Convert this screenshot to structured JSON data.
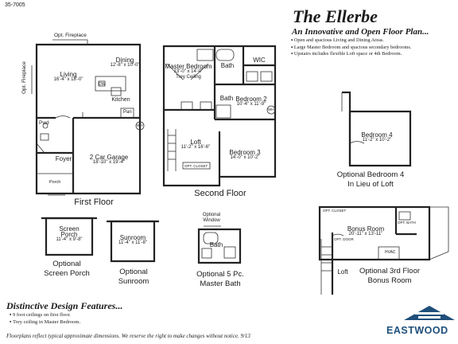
{
  "plan_code": "35-7005",
  "title": "The Ellerbe",
  "subtitle": "An Innovative and Open Floor Plan...",
  "features": [
    "Open and spacious Living and Dining Areas.",
    "Large Master Bedroom and spacious secondary bedrooms.",
    "Upstairs includes flexible Loft space or 4th Bedroom."
  ],
  "first_floor": {
    "caption": "First Floor",
    "opt_fireplace_top": "Opt. Fireplace",
    "opt_fireplace_side": "Opt. Fireplace",
    "rooms": {
      "living_name": "Living",
      "living_dims": "16'-4\" x 18'-0\"",
      "dining_name": "Dining",
      "dining_dims": "12'-8\" x 10'-0\"",
      "kitchen": "Kitchen",
      "dw": "DW",
      "pwd": "Pwd",
      "pan": "Pan",
      "wh": "WH",
      "garage_name": "2 Car Garage",
      "garage_dims": "18'-10\" x 19'-4\"",
      "foyer": "Foyer",
      "porch": "Porch"
    }
  },
  "second_floor": {
    "caption": "Second Floor",
    "rooms": {
      "master_name": "Master Bedroom",
      "master_dims": "13'-0\" x 14'-0\"",
      "master_note": "Trey Ceiling",
      "bath_top": "Bath",
      "wic": "WIC",
      "bath_mid": "Bath",
      "bed2_name": "Bedroom 2",
      "bed2_dims": "10'-4\" x 11'-9\"",
      "loft_name": "Loft",
      "loft_dims": "11'-2\" x 16'-6\"",
      "bed3_name": "Bedroom 3",
      "bed3_dims": "14'-0\" x 10'-2\"",
      "opt_closet": "OPT. CLOSET",
      "wh": "WH"
    }
  },
  "opt_bedroom4": {
    "name": "Bedroom 4",
    "dims": "11'-2\" x 10'-2\"",
    "caption_1": "Optional Bedroom 4",
    "caption_2": "In Lieu of Loft"
  },
  "screen_porch": {
    "name": "Screen",
    "name2": "Porch",
    "dims": "11'-4\" x 9'-8\"",
    "caption_1": "Optional",
    "caption_2": "Screen Porch"
  },
  "sunroom": {
    "name": "Sunroom",
    "dims": "11'-4\" x 11'-8\"",
    "caption_1": "Optional",
    "caption_2": "Sunroom"
  },
  "master_bath": {
    "opt_window_1": "Optional",
    "opt_window_2": "Window",
    "bath": "Bath",
    "caption_1": "Optional 5 Pc.",
    "caption_2": "Master Bath"
  },
  "third_floor": {
    "opt_closet": "OPT. CLOSET",
    "opt_bath": "OPT. BATH",
    "bonus_name": "Bonus Room",
    "bonus_dims": "20'-11\" x 13'-11\"",
    "opt_door": "OPT. DOOR",
    "hvac": "HVAC",
    "loft": "Loft",
    "caption_1": "Optional 3rd Floor",
    "caption_2": "Bonus Room"
  },
  "design": {
    "title": "Distinctive Design Features...",
    "items": [
      "9 foot ceilings on first floor.",
      "Trey ceiling in Master Bedroom."
    ]
  },
  "disclaimer": "Floorplans reflect typical approximate dimensions. We reserve the right to make changes without notice. 9/13",
  "brand": {
    "name": "EASTWOOD",
    "color": "#1f4f7a"
  }
}
